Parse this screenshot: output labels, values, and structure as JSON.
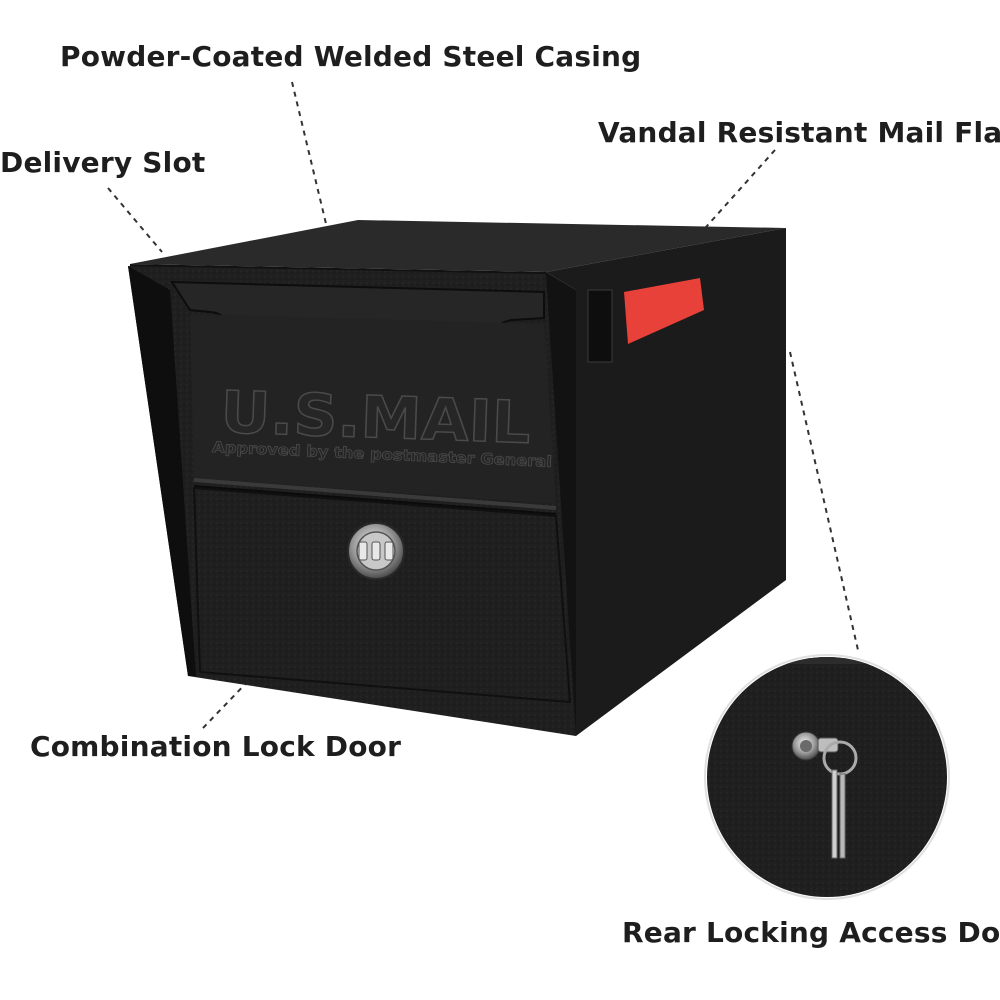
{
  "labels": {
    "casing": "Powder-Coated Welded Steel Casing",
    "flag": "Vandal Resistant Mail Flag",
    "slot": "Delivery Slot",
    "lock": "Combination Lock Door",
    "rear": "Rear Locking Access Door"
  },
  "product": {
    "emboss_main": "U.S.MAIL",
    "emboss_sub": "Approved by the postmaster General"
  },
  "colors": {
    "body": "#1c1c1c",
    "flag": "#e8413a",
    "leader": "#333333"
  }
}
